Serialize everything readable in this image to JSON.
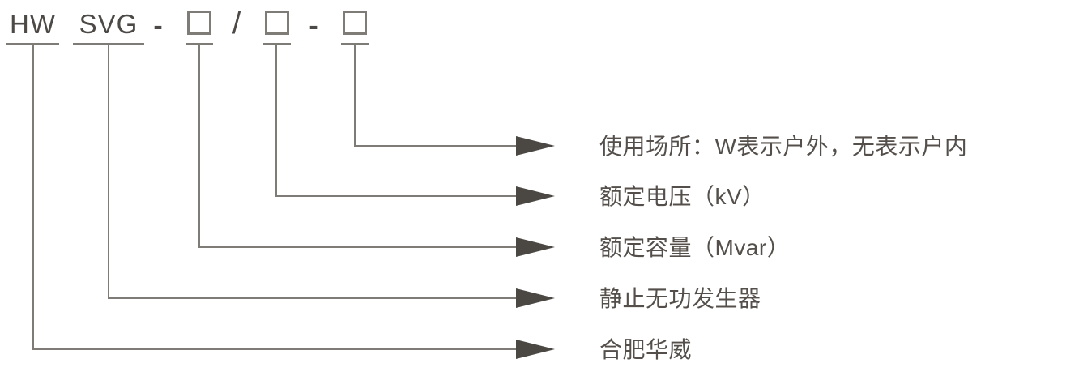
{
  "code_row": {
    "brand": "HW",
    "product": "SVG",
    "dash1": "-",
    "slash": "/",
    "dash2": "-"
  },
  "legend_rows": [
    {
      "text": "使用场所：W表示户外，无表示户内"
    },
    {
      "text": "额定电压（kV）"
    },
    {
      "text": "额定容量（Mvar）"
    },
    {
      "text": "静止无功发生器"
    },
    {
      "text": "合肥华威"
    }
  ],
  "colors": {
    "background": "#ffffff",
    "line": "#7f7b77",
    "arrow": "#4b4743",
    "code_text": "#4d4946",
    "label_text": "#544f4b"
  }
}
